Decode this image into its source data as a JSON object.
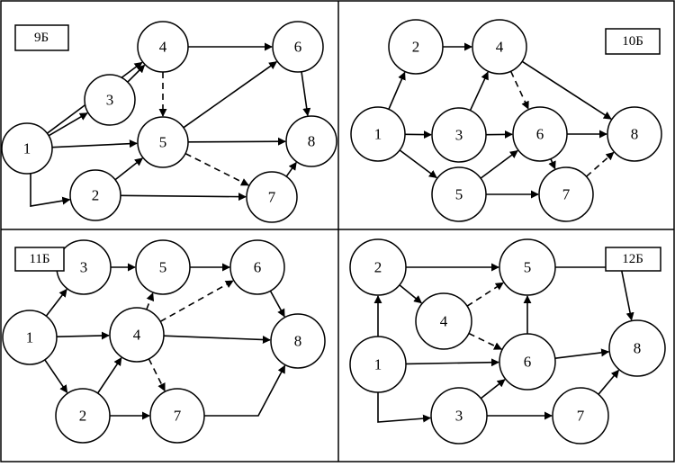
{
  "panels": [
    {
      "id": "p9",
      "label": "9Б",
      "nodes": [
        {
          "id": "1",
          "label": "1"
        },
        {
          "id": "2",
          "label": "2"
        },
        {
          "id": "3",
          "label": "3"
        },
        {
          "id": "4",
          "label": "4"
        },
        {
          "id": "5",
          "label": "5"
        },
        {
          "id": "6",
          "label": "6"
        },
        {
          "id": "7",
          "label": "7"
        },
        {
          "id": "8",
          "label": "8"
        }
      ],
      "edges": [
        {
          "from": "1",
          "to": "4",
          "dashed": false
        },
        {
          "from": "1",
          "to": "3",
          "dashed": false
        },
        {
          "from": "1",
          "to": "5",
          "dashed": false
        },
        {
          "from": "1",
          "to": "2",
          "dashed": false
        },
        {
          "from": "3",
          "to": "4",
          "dashed": false
        },
        {
          "from": "4",
          "to": "6",
          "dashed": false
        },
        {
          "from": "4",
          "to": "5",
          "dashed": true
        },
        {
          "from": "2",
          "to": "5",
          "dashed": false
        },
        {
          "from": "2",
          "to": "7",
          "dashed": false
        },
        {
          "from": "5",
          "to": "6",
          "dashed": false
        },
        {
          "from": "5",
          "to": "8",
          "dashed": false
        },
        {
          "from": "5",
          "to": "7",
          "dashed": true
        },
        {
          "from": "6",
          "to": "8",
          "dashed": false
        },
        {
          "from": "7",
          "to": "8",
          "dashed": false
        }
      ]
    },
    {
      "id": "p10",
      "label": "10Б",
      "nodes": [
        {
          "id": "1",
          "label": "1"
        },
        {
          "id": "2",
          "label": "2"
        },
        {
          "id": "3",
          "label": "3"
        },
        {
          "id": "4",
          "label": "4"
        },
        {
          "id": "5",
          "label": "5"
        },
        {
          "id": "6",
          "label": "6"
        },
        {
          "id": "7",
          "label": "7"
        },
        {
          "id": "8",
          "label": "8"
        }
      ],
      "edges": [
        {
          "from": "1",
          "to": "2",
          "dashed": false
        },
        {
          "from": "1",
          "to": "3",
          "dashed": false
        },
        {
          "from": "1",
          "to": "5",
          "dashed": false
        },
        {
          "from": "2",
          "to": "4",
          "dashed": false
        },
        {
          "from": "3",
          "to": "4",
          "dashed": false
        },
        {
          "from": "3",
          "to": "6",
          "dashed": false
        },
        {
          "from": "4",
          "to": "6",
          "dashed": true
        },
        {
          "from": "4",
          "to": "8",
          "dashed": false
        },
        {
          "from": "5",
          "to": "6",
          "dashed": false
        },
        {
          "from": "5",
          "to": "7",
          "dashed": false
        },
        {
          "from": "6",
          "to": "8",
          "dashed": false
        },
        {
          "from": "6",
          "to": "7",
          "dashed": false
        },
        {
          "from": "7",
          "to": "8",
          "dashed": true
        }
      ]
    },
    {
      "id": "p11",
      "label": "11Б",
      "nodes": [
        {
          "id": "1",
          "label": "1"
        },
        {
          "id": "2",
          "label": "2"
        },
        {
          "id": "3",
          "label": "3"
        },
        {
          "id": "4",
          "label": "4"
        },
        {
          "id": "5",
          "label": "5"
        },
        {
          "id": "6",
          "label": "6"
        },
        {
          "id": "7",
          "label": "7"
        },
        {
          "id": "8",
          "label": "8"
        }
      ],
      "edges": [
        {
          "from": "1",
          "to": "3",
          "dashed": false
        },
        {
          "from": "1",
          "to": "4",
          "dashed": false
        },
        {
          "from": "1",
          "to": "2",
          "dashed": false
        },
        {
          "from": "3",
          "to": "5",
          "dashed": false
        },
        {
          "from": "5",
          "to": "6",
          "dashed": false
        },
        {
          "from": "4",
          "to": "5",
          "dashed": true
        },
        {
          "from": "4",
          "to": "6",
          "dashed": true
        },
        {
          "from": "4",
          "to": "8",
          "dashed": false
        },
        {
          "from": "4",
          "to": "7",
          "dashed": true
        },
        {
          "from": "2",
          "to": "4",
          "dashed": false
        },
        {
          "from": "2",
          "to": "7",
          "dashed": false
        },
        {
          "from": "6",
          "to": "8",
          "dashed": false
        },
        {
          "from": "7",
          "to": "8",
          "dashed": false
        }
      ]
    },
    {
      "id": "p12",
      "label": "12Б",
      "nodes": [
        {
          "id": "1",
          "label": "1"
        },
        {
          "id": "2",
          "label": "2"
        },
        {
          "id": "3",
          "label": "3"
        },
        {
          "id": "4",
          "label": "4"
        },
        {
          "id": "5",
          "label": "5"
        },
        {
          "id": "6",
          "label": "6"
        },
        {
          "id": "7",
          "label": "7"
        },
        {
          "id": "8",
          "label": "8"
        }
      ],
      "edges": [
        {
          "from": "1",
          "to": "2",
          "dashed": false
        },
        {
          "from": "1",
          "to": "6",
          "dashed": false
        },
        {
          "from": "1",
          "to": "3",
          "dashed": false
        },
        {
          "from": "2",
          "to": "5",
          "dashed": false
        },
        {
          "from": "2",
          "to": "4",
          "dashed": false
        },
        {
          "from": "4",
          "to": "5",
          "dashed": true
        },
        {
          "from": "4",
          "to": "6",
          "dashed": true
        },
        {
          "from": "5",
          "to": "8",
          "dashed": false
        },
        {
          "from": "6",
          "to": "5",
          "dashed": false
        },
        {
          "from": "6",
          "to": "8",
          "dashed": false
        },
        {
          "from": "3",
          "to": "6",
          "dashed": false
        },
        {
          "from": "3",
          "to": "7",
          "dashed": false
        },
        {
          "from": "7",
          "to": "8",
          "dashed": false
        }
      ]
    }
  ]
}
